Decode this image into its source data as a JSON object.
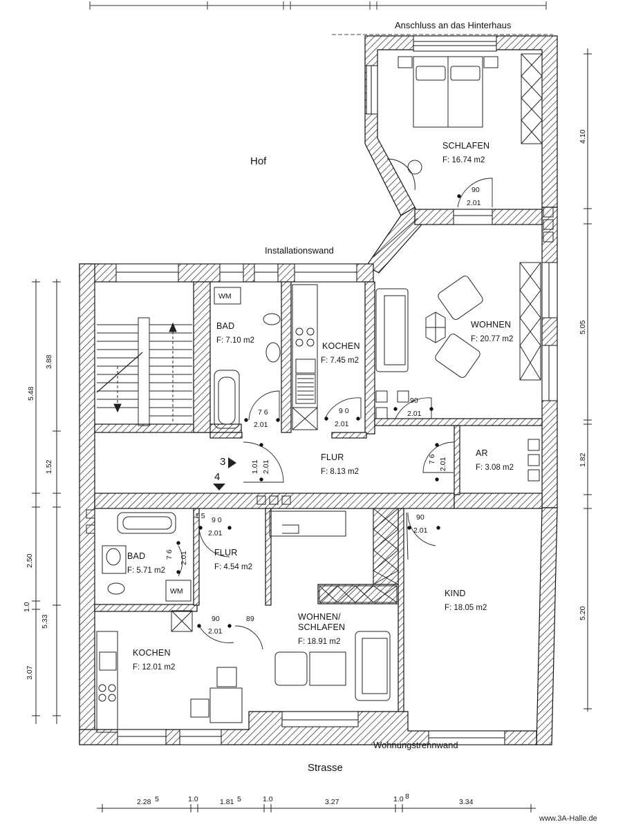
{
  "annotations": {
    "hinterhaus": "Anschluss an das Hinterhaus",
    "hof": "Hof",
    "installationswand": "Installationswand",
    "wohnungstrennwand": "Wohnungstrennwand",
    "strasse": "Strasse",
    "marker_3": "3",
    "marker_4": "4",
    "watermark": "www.3A-Halle.de"
  },
  "rooms": [
    {
      "key": "schlafen",
      "name": "SCHLAFEN",
      "area": "F: 16.74 m2"
    },
    {
      "key": "bad1",
      "name": "BAD",
      "area": "F: 7.10 m2"
    },
    {
      "key": "kochen1",
      "name": "KOCHEN",
      "area": "F: 7.45 m2"
    },
    {
      "key": "wohnen",
      "name": "WOHNEN",
      "area": "F: 20.77 m2"
    },
    {
      "key": "flur1",
      "name": "FLUR",
      "area": "F: 8.13 m2"
    },
    {
      "key": "ar",
      "name": "AR",
      "area": "F: 3.08 m2"
    },
    {
      "key": "bad2",
      "name": "BAD",
      "area": "F: 5.71 m2"
    },
    {
      "key": "flur2",
      "name": "FLUR",
      "area": "F: 4.54 m2"
    },
    {
      "key": "wohnschlaf_1",
      "name": "WOHNEN/",
      "area": ""
    },
    {
      "key": "wohnschlaf_2",
      "name": "SCHLAFEN",
      "area": "F: 18.91 m2"
    },
    {
      "key": "kind",
      "name": "KIND",
      "area": "F: 18.05 m2"
    },
    {
      "key": "kochen2",
      "name": "KOCHEN",
      "area": "F: 12.01 m2"
    }
  ],
  "appliances": {
    "wm1": "WM",
    "wm2": "WM"
  },
  "doors": [
    {
      "w": "90",
      "h": "2.01"
    },
    {
      "w": "7 6",
      "h": "2.01"
    },
    {
      "w": "9 0",
      "h": "2.01"
    },
    {
      "w": "90",
      "h": "2.01"
    },
    {
      "w": "1.01",
      "h": "2.01"
    },
    {
      "w": "7 6",
      "h": "2.01"
    },
    {
      "w": "9 0",
      "h": "2.01"
    },
    {
      "w": "90",
      "h": "2.01"
    },
    {
      "w": "7 6",
      "h": "2.01"
    },
    {
      "w": "90",
      "h": "2.01"
    },
    {
      "w": "89",
      "h": ""
    }
  ],
  "dimensions": {
    "right": [
      "4.10",
      "5.05",
      "1.82",
      "5.20"
    ],
    "left_outer": [
      "5.48",
      "1.0",
      "5.33"
    ],
    "left_inner": [
      "3.88",
      "1.52",
      "2.50",
      "3.07"
    ],
    "bottom": [
      "2.28",
      "5",
      "1.0",
      "1.81",
      "5",
      "1.0",
      "3.27",
      "1.0",
      "8",
      "3.34"
    ],
    "flur2_small": "1 5"
  }
}
